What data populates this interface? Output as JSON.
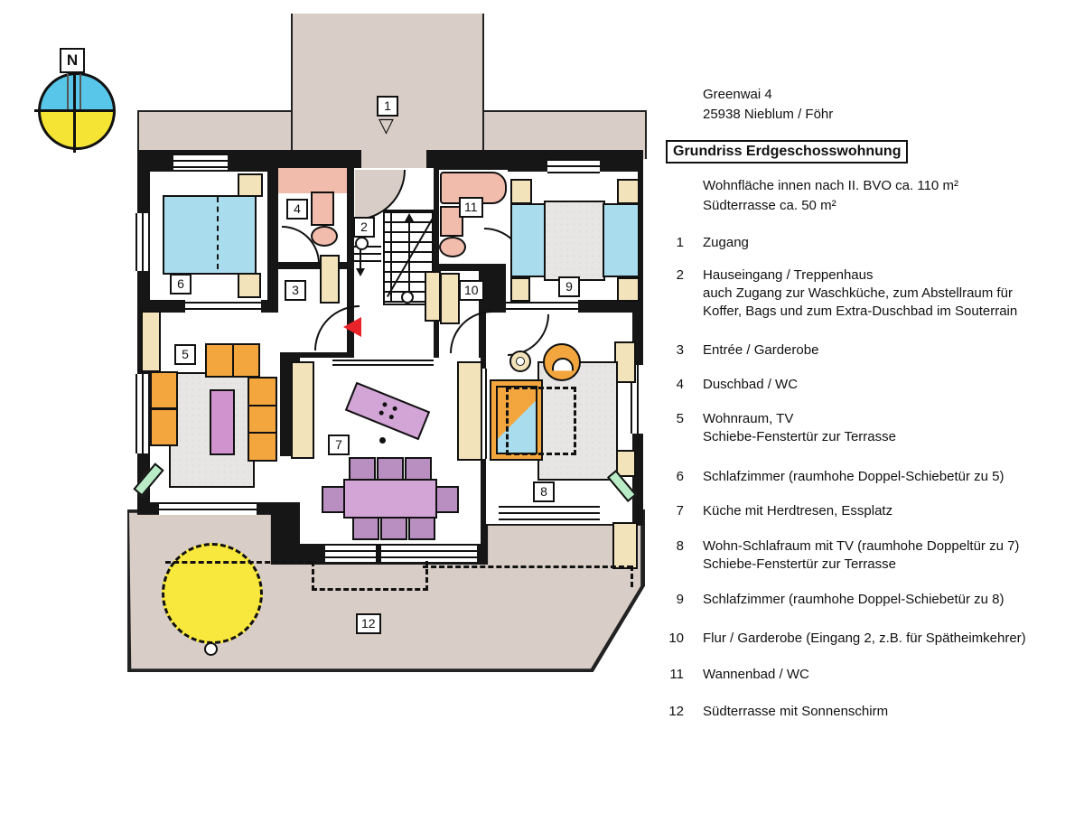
{
  "compass": {
    "label": "N"
  },
  "header": {
    "address_line1": "Greenwai 4",
    "address_line2": "25938 Nieblum / Föhr",
    "title": "Grundriss Erdgeschosswohnung",
    "area_line1": "Wohnfläche innen nach II. BVO ca. 110 m²",
    "area_line2": "Südterrasse ca. 50 m²"
  },
  "legend": {
    "items": [
      {
        "num": "1",
        "lines": [
          "Zugang"
        ]
      },
      {
        "num": "2",
        "lines": [
          "Hauseingang / Treppenhaus",
          "auch Zugang zur Waschküche, zum Abstellraum für",
          "Koffer, Bags und zum Extra-Duschbad im Souterrain"
        ]
      },
      {
        "num": "3",
        "lines": [
          "Entrée / Garderobe"
        ]
      },
      {
        "num": "4",
        "lines": [
          "Duschbad / WC"
        ]
      },
      {
        "num": "5",
        "lines": [
          "Wohnraum, TV",
          "Schiebe-Fenstertür zur Terrasse"
        ]
      },
      {
        "num": "6",
        "lines": [
          "Schlafzimmer (raumhohe Doppel-Schiebetür zu 5)"
        ]
      },
      {
        "num": "7",
        "lines": [
          "Küche mit Herdtresen, Essplatz"
        ]
      },
      {
        "num": "8",
        "lines": [
          "Wohn-Schlafraum mit TV (raumhohe Doppeltür zu 7)",
          "Schiebe-Fenstertür zur Terrasse"
        ]
      },
      {
        "num": "9",
        "lines": [
          "Schlafzimmer (raumhohe Doppel-Schiebetür zu 8)"
        ]
      },
      {
        "num": "10",
        "lines": [
          "Flur / Garderobe (Eingang 2, z.B. für Spätheimkehrer)"
        ]
      },
      {
        "num": "11",
        "lines": [
          "Wannenbad / WC"
        ]
      },
      {
        "num": "12",
        "lines": [
          "Südterrasse mit Sonnenschirm"
        ]
      }
    ]
  },
  "plan": {
    "labels": [
      "1",
      "2",
      "3",
      "4",
      "5",
      "6",
      "7",
      "8",
      "9",
      "10",
      "11",
      "12"
    ],
    "entry_marker": "▽"
  },
  "colors": {
    "wall": "#161616",
    "path_tan": "#d8cdc7",
    "bed_blue": "#a9ddee",
    "bath_pink": "#f2bcad",
    "furniture_orange": "#f3a63e",
    "kitchen_purple": "#d2a5d6",
    "rug_gray": "#e7e6e4",
    "cream": "#f2e3ba",
    "parasol_yellow": "#f8e73c",
    "tv_green": "#b9ecc6",
    "door_arrow_red": "#e9232a",
    "compass_blue": "#57c6e8",
    "compass_yellow": "#f6e435"
  }
}
